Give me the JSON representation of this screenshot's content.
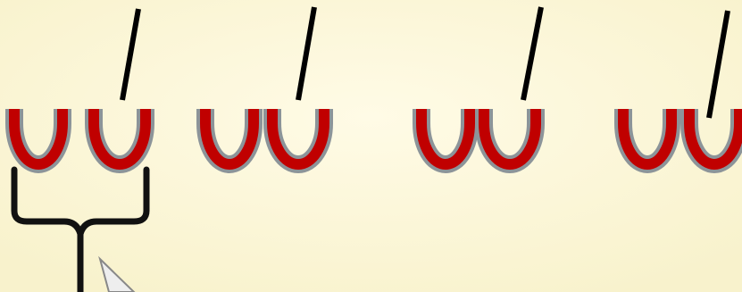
{
  "diagram": {
    "background": "#fdf9dc",
    "u_fill": "#c00000",
    "u_outline": "#8c9499",
    "bracket_color": "#111111",
    "stick_color": "#000000",
    "callout_fill": "#eeeeee",
    "callout_outline": "#888888",
    "groups": [
      {
        "shapes": [
          "u-shape",
          "u-shape"
        ],
        "has_stick": true
      },
      {
        "shapes": [
          "u-shape",
          "u-shape"
        ],
        "has_stick": true
      },
      {
        "shapes": [
          "u-shape",
          "u-shape"
        ],
        "has_stick": true
      },
      {
        "shapes": [
          "u-shape",
          "u-shape"
        ],
        "has_stick": true
      }
    ]
  }
}
